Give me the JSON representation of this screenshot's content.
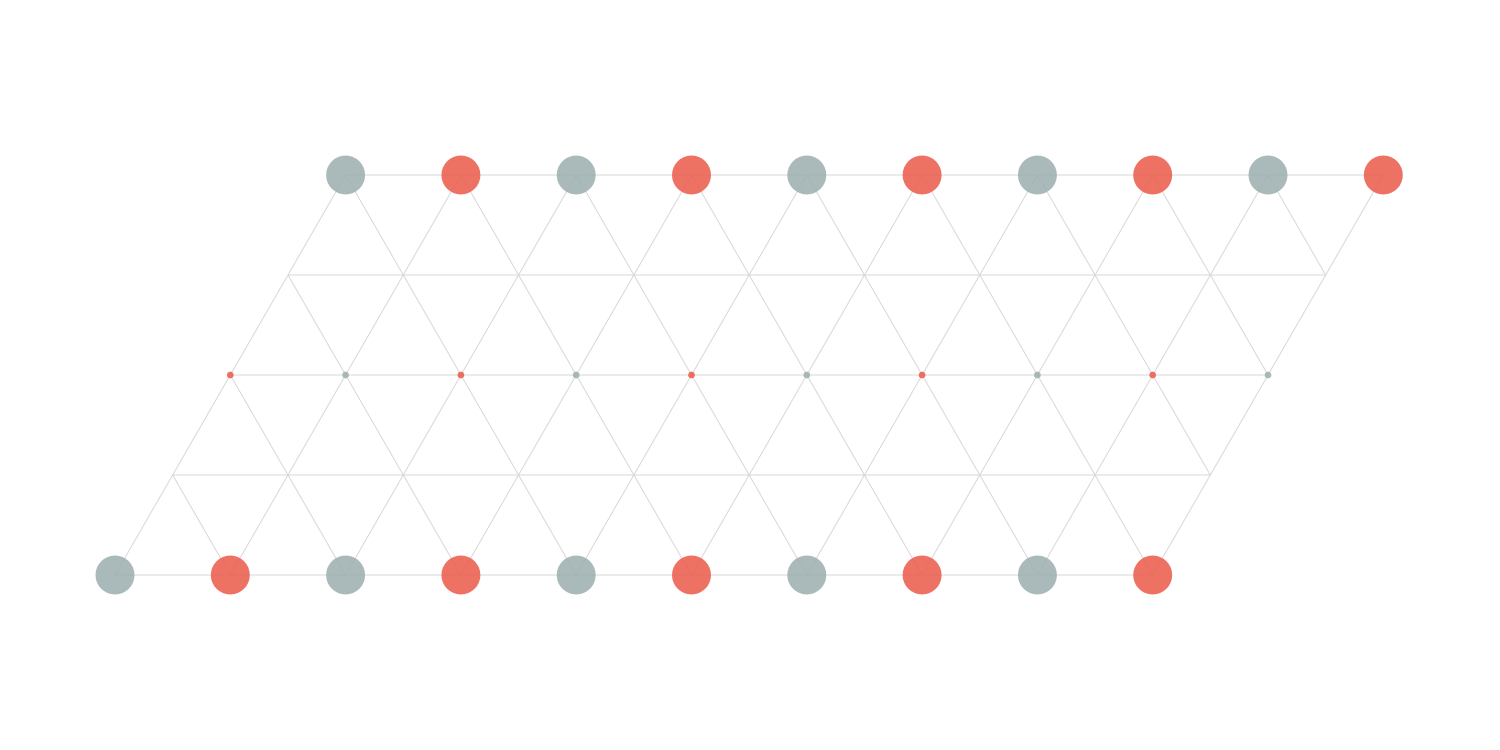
{
  "diagram": {
    "type": "triangular-lattice",
    "rows": [
      {
        "position": "top",
        "node_count": 10,
        "node_size": "large",
        "color_pattern": [
          "grey",
          "red"
        ]
      },
      {
        "position": "middle",
        "node_count": 10,
        "node_size": "small",
        "color_pattern": [
          "red",
          "grey"
        ]
      },
      {
        "position": "bottom",
        "node_count": 10,
        "node_size": "large",
        "color_pattern": [
          "grey",
          "red"
        ]
      }
    ],
    "colors": {
      "grey": "#9eafb0",
      "red": "#ec5f4f",
      "grid_line": "#d7d7d7",
      "background": "#ffffff"
    }
  }
}
